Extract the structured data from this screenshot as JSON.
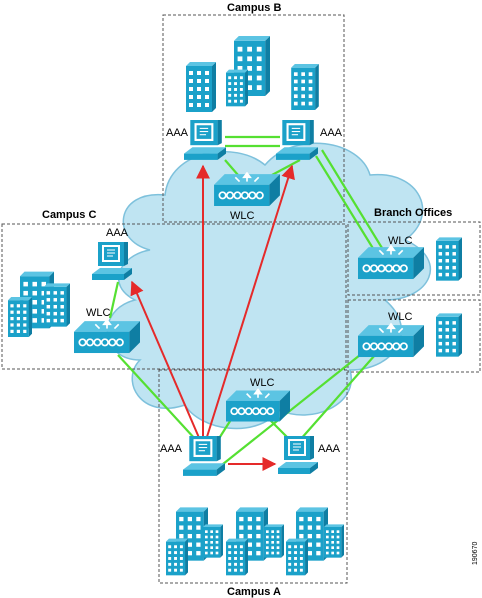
{
  "campuses": {
    "b": "Campus B",
    "c": "Campus C",
    "a": "Campus A",
    "branch": "Branch Offices"
  },
  "device_labels": {
    "aaa": "AAA",
    "wlc": "WLC"
  },
  "figure_id": "190670",
  "colors": {
    "device": "#1ba1c9",
    "device_dark": "#0f7ea3",
    "cloud": "#bfe4f2",
    "cloud_edge": "#7ec1dc",
    "green_link": "#55e032",
    "red_link": "#e52a2a",
    "boundary": "#555555"
  },
  "icons": {
    "server": "aaa-server-icon",
    "controller": "wlc-router-icon",
    "building": "office-building-icon"
  }
}
